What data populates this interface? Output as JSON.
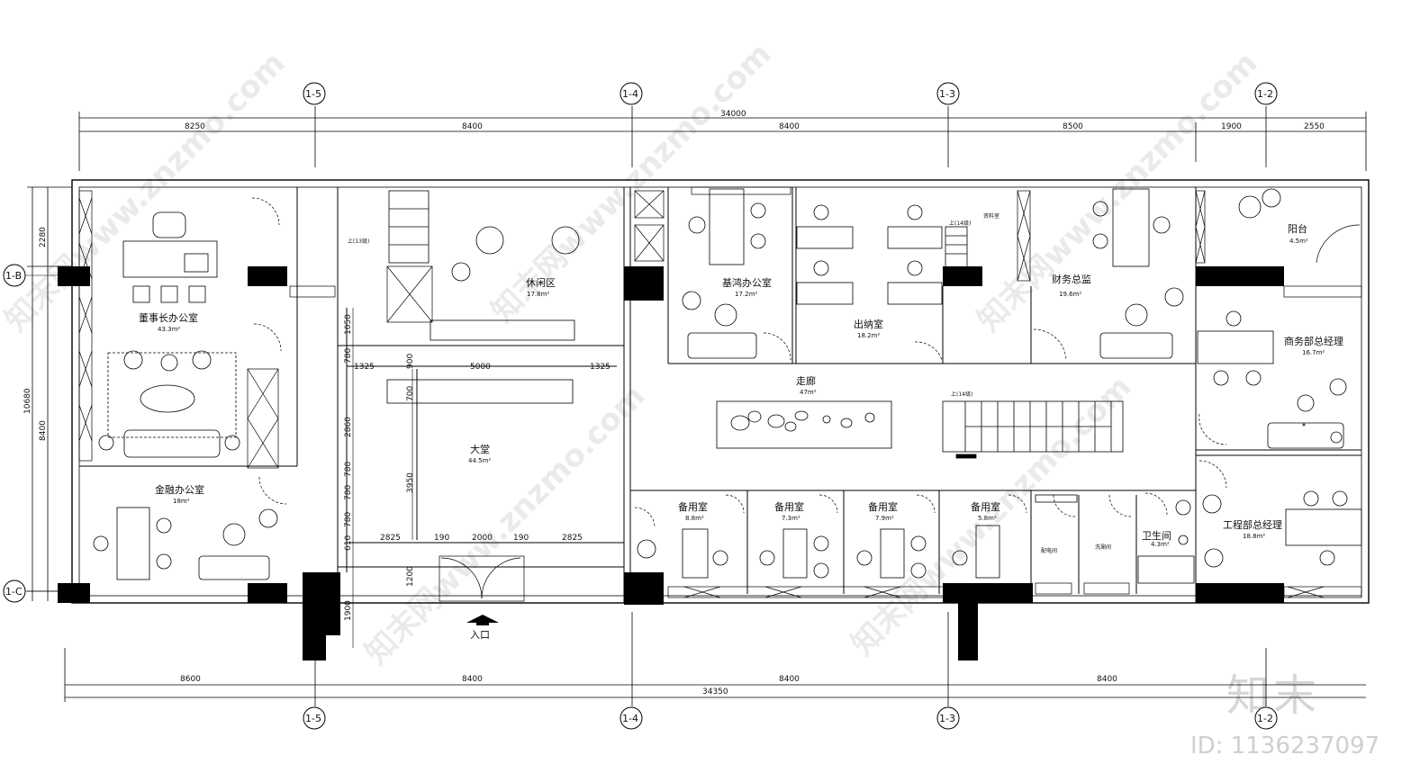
{
  "axes_top": [
    "1-5",
    "1-4",
    "1-3",
    "1-2"
  ],
  "axes_bottom": [
    "1-5",
    "1-4",
    "1-3",
    "1-2"
  ],
  "axes_left": [
    "1-B",
    "1-C"
  ],
  "dims_top": {
    "total": "34000",
    "segments": [
      "8250",
      "8400",
      "8400",
      "8500",
      "1900",
      "2550"
    ]
  },
  "dims_bottom": {
    "total": "34350",
    "segments": [
      "8600",
      "8400",
      "8400",
      "8400"
    ]
  },
  "dims_left": {
    "overall": "10680",
    "segments": [
      "2280",
      "8400"
    ]
  },
  "dims_inner": {
    "vertical": [
      "1050",
      "780",
      "900",
      "700",
      "2860",
      "3950",
      "780",
      "780",
      "610",
      "1200",
      "1900",
      "780"
    ],
    "horizontal_upper": [
      "1325",
      "5000",
      "1325"
    ],
    "horizontal_lower": [
      "2825",
      "190",
      "2000",
      "190",
      "2825"
    ]
  },
  "rooms": [
    {
      "id": "chairman",
      "name": "董事长办公室",
      "area": "43.3m²"
    },
    {
      "id": "finance",
      "name": "金融办公室",
      "area": "18m²"
    },
    {
      "id": "lounge",
      "name": "休闲区",
      "area": "17.8m²"
    },
    {
      "id": "lobby",
      "name": "大堂",
      "area": "44.5m²"
    },
    {
      "id": "fund",
      "name": "基鸿办公室",
      "area": "17.2m²"
    },
    {
      "id": "cashier",
      "name": "出纳室",
      "area": "18.2m²"
    },
    {
      "id": "cfo",
      "name": "财务总监",
      "area": "19.6m²"
    },
    {
      "id": "balcony",
      "name": "阳台",
      "area": "4.5m²"
    },
    {
      "id": "business",
      "name": "商务部总经理",
      "area": "16.7m²"
    },
    {
      "id": "corridor",
      "name": "走廊",
      "area": "47m²"
    },
    {
      "id": "spare1",
      "name": "备用室",
      "area": "8.8m²"
    },
    {
      "id": "spare2",
      "name": "备用室",
      "area": "7.3m²"
    },
    {
      "id": "spare3",
      "name": "备用室",
      "area": "7.9m²"
    },
    {
      "id": "spare4",
      "name": "备用室",
      "area": "5.8m²"
    },
    {
      "id": "wc",
      "name": "卫生间",
      "area": "4.3m²"
    },
    {
      "id": "engineering",
      "name": "工程部总经理",
      "area": "18.8m²"
    }
  ],
  "labels": {
    "entrance": "入口",
    "power_room": "配电间",
    "washroom": "洗涮间",
    "archive": "资料室",
    "stair_up_a": "上(13级)",
    "stair_up_b": "上(14级)",
    "stair_up_c": "上(14级)"
  },
  "watermark": {
    "text": "知末网www.znzmo.com",
    "logo": "知末",
    "id": "ID: 1136237097"
  }
}
